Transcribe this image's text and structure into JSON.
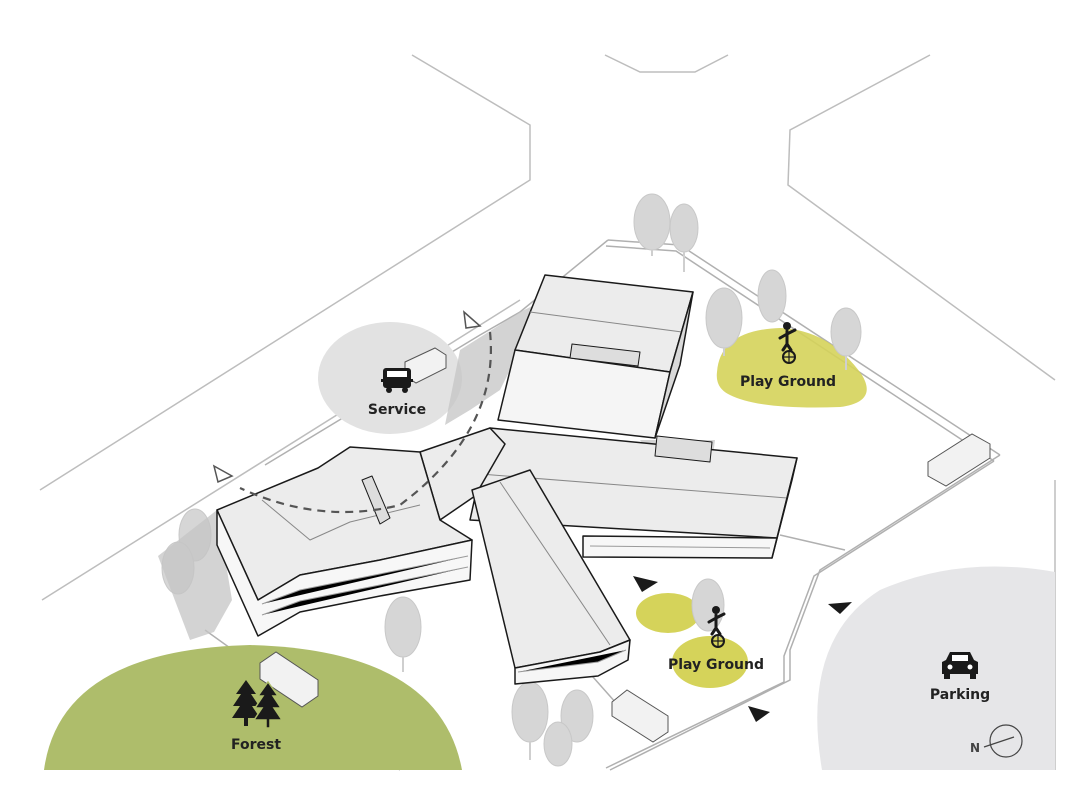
{
  "labels": {
    "service": "Service",
    "play_ground_north": "Play Ground",
    "play_ground_south": "Play Ground",
    "parking": "Parking",
    "forest": "Forest",
    "north": "N"
  },
  "icons": {
    "service": "truck-icon",
    "play_ground_north": "unicycle-icon",
    "play_ground_south": "unicycle-icon",
    "parking": "car-icon",
    "forest": "pine-trees-icon",
    "north": "north-arrow-icon"
  },
  "colors": {
    "play_ground_zone": "#d5d35a",
    "forest_zone": "#aebd6b",
    "service_zone": "#e4e4e4",
    "parking_zone": "#e6e6e8",
    "roof": "#ececec",
    "outline": "#1a1a1a",
    "site_line": "#b8b8b8",
    "tree": "#d9d9d9",
    "shadow": "#c2c2c2"
  }
}
